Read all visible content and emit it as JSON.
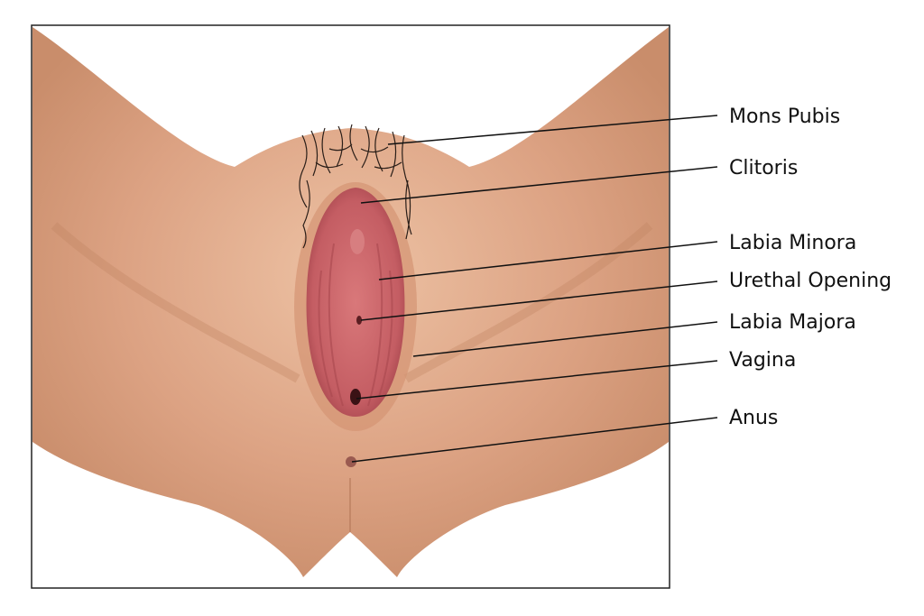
{
  "diagram": {
    "labels": [
      {
        "id": "mons-pubis",
        "text": "Mons Pubis"
      },
      {
        "id": "clitoris",
        "text": "Clitoris"
      },
      {
        "id": "labia-minora",
        "text": "Labia Minora"
      },
      {
        "id": "urethral-opening",
        "text": "Urethal Opening"
      },
      {
        "id": "labia-majora",
        "text": "Labia Majora"
      },
      {
        "id": "vagina",
        "text": "Vagina"
      },
      {
        "id": "anus",
        "text": "Anus"
      }
    ],
    "colors": {
      "skin": "#d9a07e",
      "skin_light": "#e8b898",
      "skin_shadow": "#c08462",
      "tissue": "#c9646a",
      "tissue_dark": "#a8484f",
      "line": "#111111",
      "frame": "#222222"
    }
  }
}
